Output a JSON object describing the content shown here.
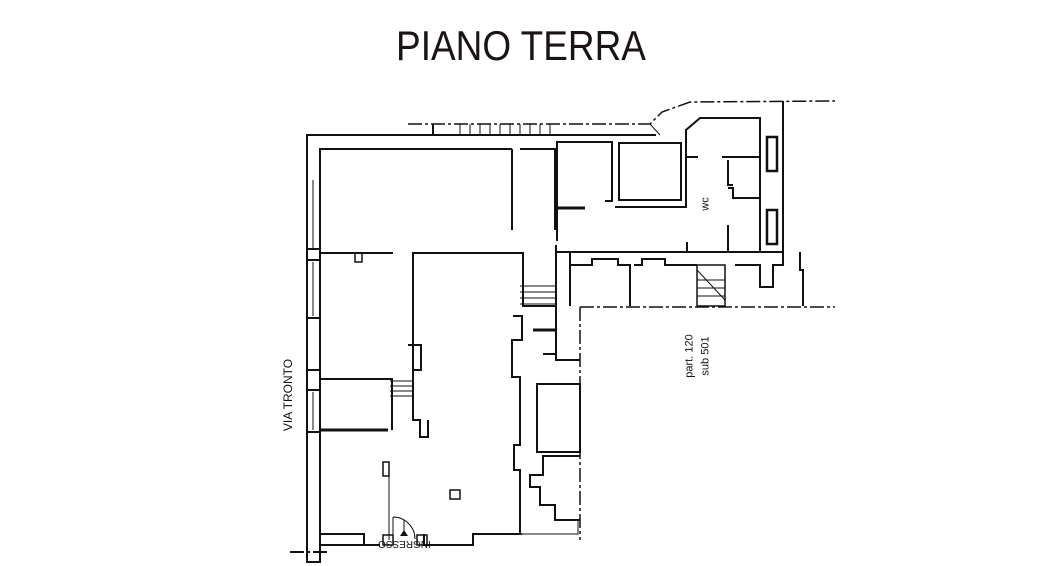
{
  "title": "PIANO TERRA",
  "labels": {
    "street": "VIA TRONTO",
    "wc": "wc",
    "parcel_line1": "part. 120",
    "parcel_line2": "sub 501",
    "entrance": "INGRESSO"
  }
}
